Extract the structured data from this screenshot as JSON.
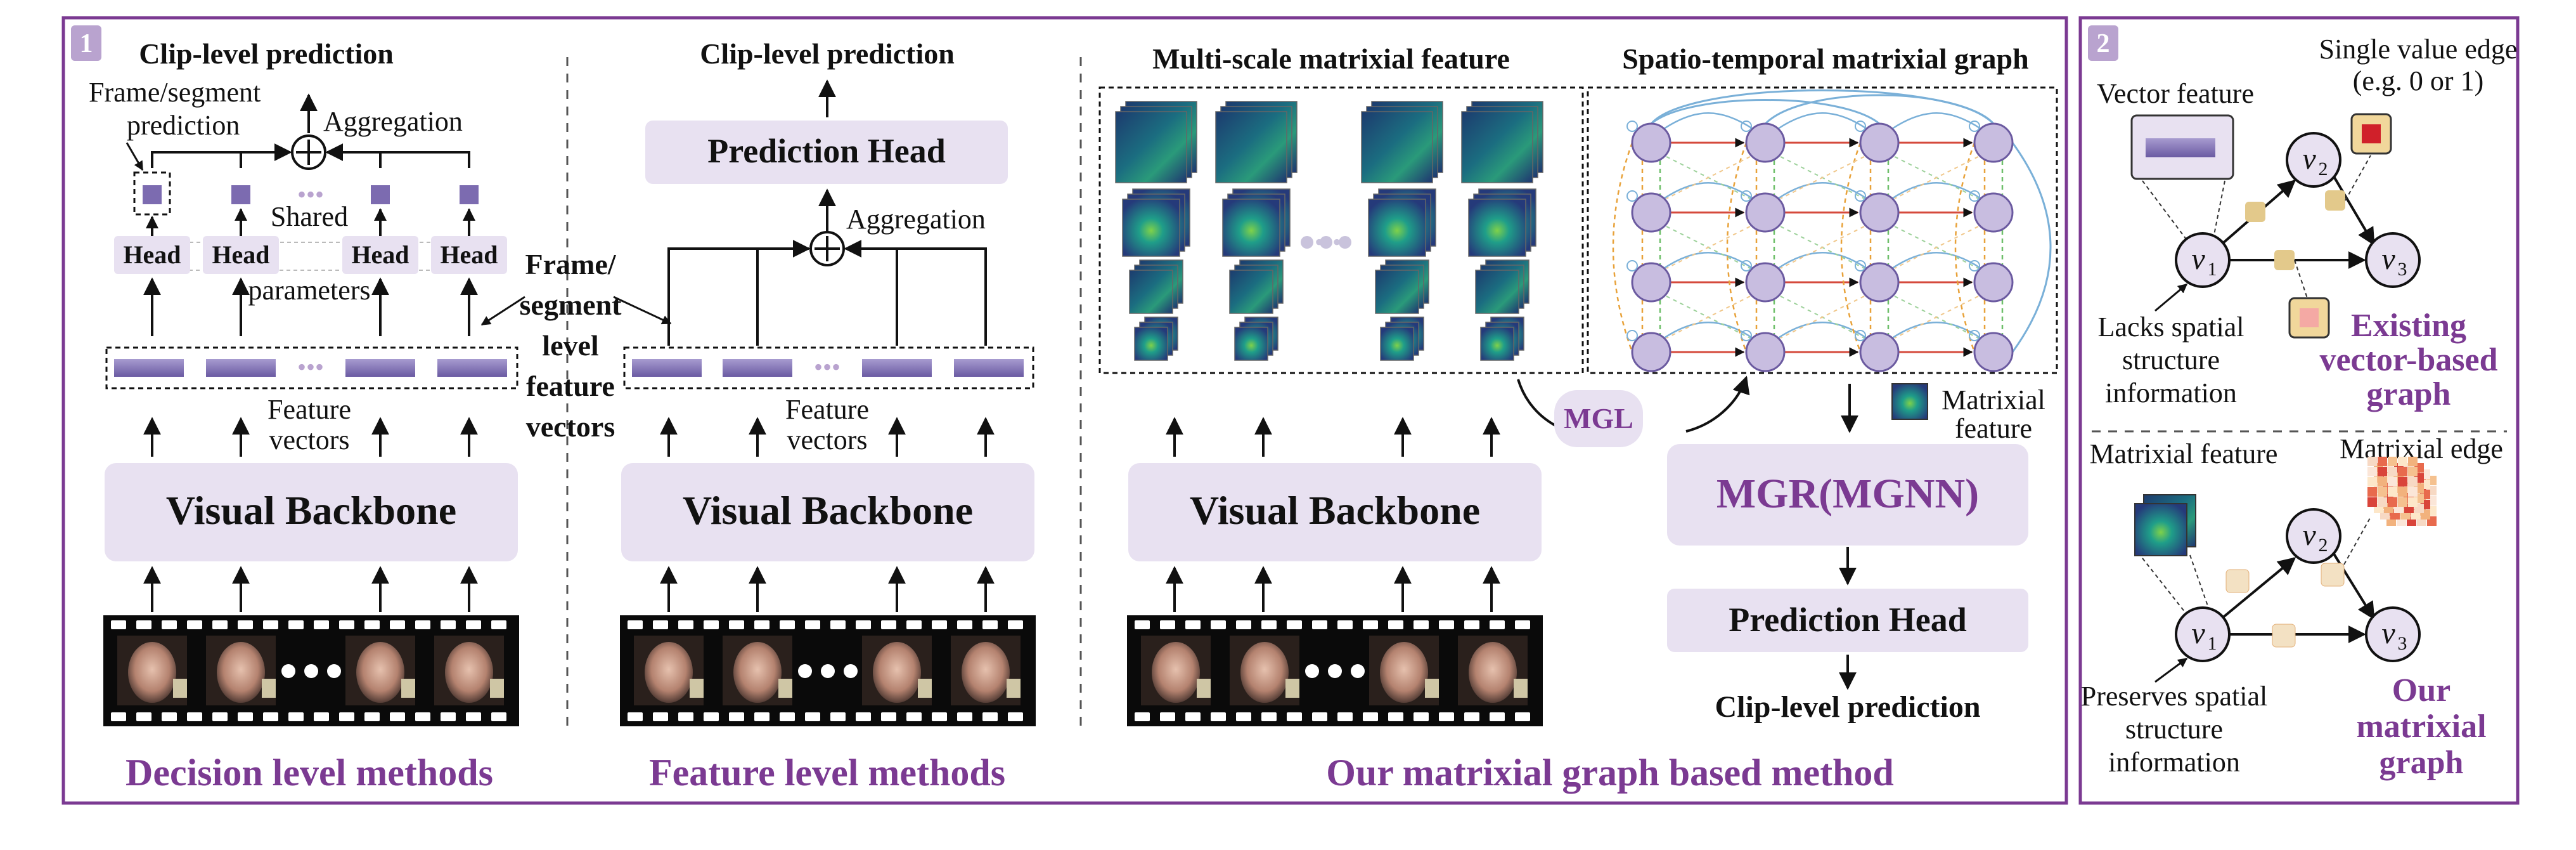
{
  "panel1": {
    "number": "1",
    "decision": {
      "title": "Clip-level prediction",
      "frame_label_line1": "Frame/segment",
      "frame_label_line2": "prediction",
      "aggregation": "Aggregation",
      "shared_line1": "Shared",
      "shared_line2": "parameters",
      "head": "Head",
      "feature_vectors_line1": "Feature",
      "feature_vectors_line2": "vectors",
      "backbone": "Visual Backbone",
      "caption": "Decision level methods"
    },
    "frame_level_note": [
      "Frame/",
      "segment",
      "level",
      "feature",
      "vectors"
    ],
    "feature": {
      "title": "Clip-level prediction",
      "prediction_head": "Prediction Head",
      "aggregation": "Aggregation",
      "feature_vectors_line1": "Feature",
      "feature_vectors_line2": "vectors",
      "backbone": "Visual Backbone",
      "caption": "Feature level methods"
    },
    "ours": {
      "multiscale_title": "Multi-scale matrixial feature",
      "graph_title": "Spatio-temporal matrixial graph",
      "mgl": "MGL",
      "mgr": "MGR(MGNN)",
      "matrixial_feature_line1": "Matrixial",
      "matrixial_feature_line2": "feature",
      "prediction_head": "Prediction Head",
      "clip_prediction": "Clip-level prediction",
      "backbone": "Visual Backbone",
      "caption": "Our matrixial graph based method"
    },
    "ellipsis": "•••"
  },
  "panel2": {
    "number": "2",
    "existing": {
      "vector_feature": "Vector feature",
      "single_edge_line1": "Single value edge",
      "single_edge_line2": "(e.g. 0 or 1)",
      "lacks_line1": "Lacks spatial",
      "lacks_line2": "structure",
      "lacks_line3": "information",
      "title_line1": "Existing",
      "title_line2": "vector-based",
      "title_line3": "graph"
    },
    "ours": {
      "matrixial_feature": "Matrixial feature",
      "matrixial_edge": "Matrixial edge",
      "preserves_line1": "Preserves spatial",
      "preserves_line2": "structure",
      "preserves_line3": "information",
      "title_line1": "Our",
      "title_line2": "matrixial",
      "title_line3": "graph"
    },
    "nodes": [
      "v",
      "v",
      "v"
    ],
    "node_subs": [
      "1",
      "2",
      "3"
    ]
  },
  "colors": {
    "purple_border": "#7b3a92",
    "box_fill": "#e8e1f1",
    "bar_fill": "#7c6bb0",
    "caption": "#7b3a92"
  }
}
